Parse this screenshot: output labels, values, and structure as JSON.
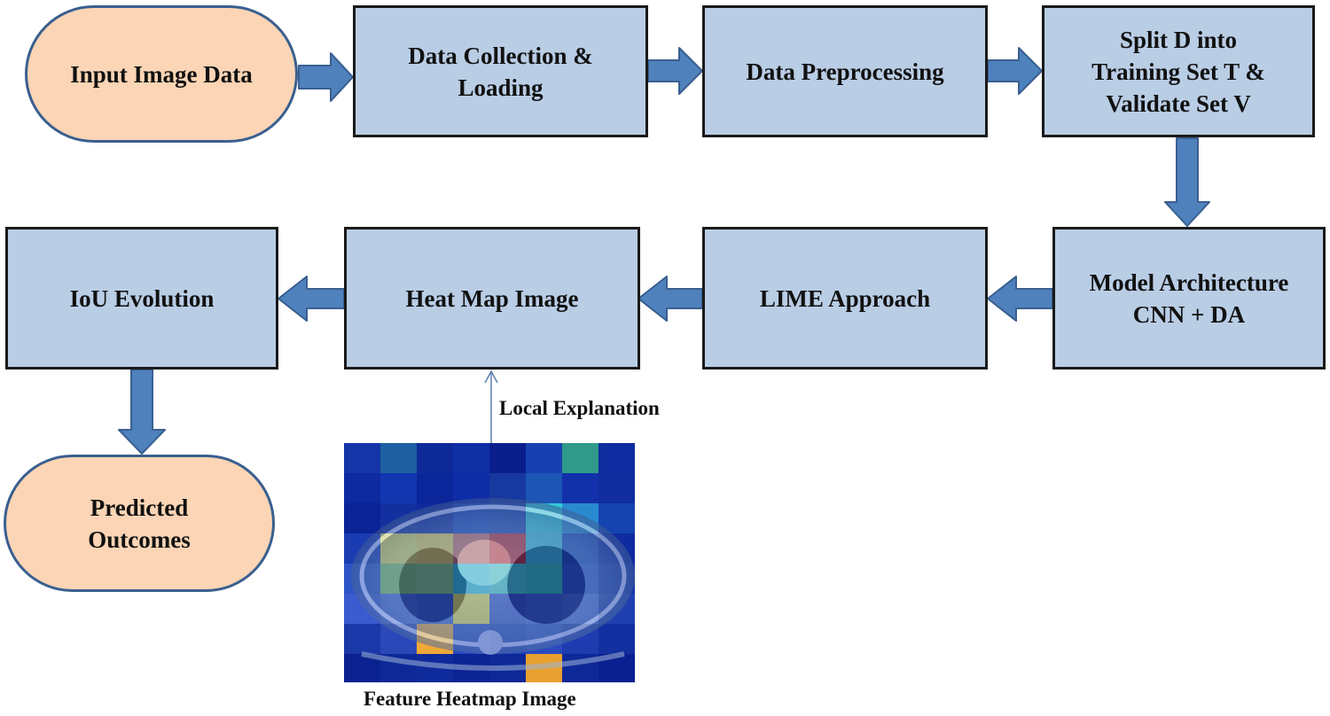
{
  "nodes": {
    "input": "Input Image Data",
    "collection": "Data Collection &\nLoading",
    "preprocessing": "Data Preprocessing",
    "split": "Split D into\nTraining Set T &\nValidate Set V",
    "model": "Model Architecture\nCNN + DA",
    "lime": "LIME Approach",
    "heatmap": "Heat Map Image",
    "iou": "IoU Evolution",
    "predicted": "Predicted\nOutcomes"
  },
  "annotations": {
    "local_explanation": "Local Explanation",
    "feature_heatmap_caption": "Feature Heatmap Image"
  },
  "colors": {
    "process_fill": "#b9cde5",
    "terminal_fill": "#fbd5b5",
    "arrow_fill": "#4f81bd",
    "arrow_stroke": "#3a5f8f"
  }
}
